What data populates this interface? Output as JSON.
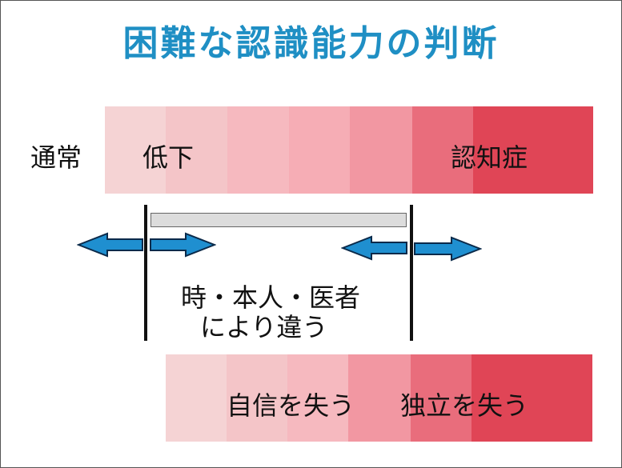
{
  "title": "困難な認識能力の判断",
  "top_band": {
    "colors": [
      "#f5d3d4",
      "#f4c5c8",
      "#f6b9bf",
      "#f6adb5",
      "#f297a2",
      "#e96d7c",
      "#e04556"
    ],
    "label_normal": "通常",
    "label_decline": "低下",
    "label_dementia": "認知症"
  },
  "bottom_band": {
    "colors": [
      "#f5d3d4",
      "#f4c5c8",
      "#f6b9bf",
      "#f297a2",
      "#e96d7c",
      "#e04556"
    ],
    "label_lose_confidence": "自信を失う",
    "label_lose_independence": "独立を失う"
  },
  "middle": {
    "note_line1": "時・本人・医者",
    "note_line2": "により違う",
    "arrow_color": "#1f8fd0"
  }
}
